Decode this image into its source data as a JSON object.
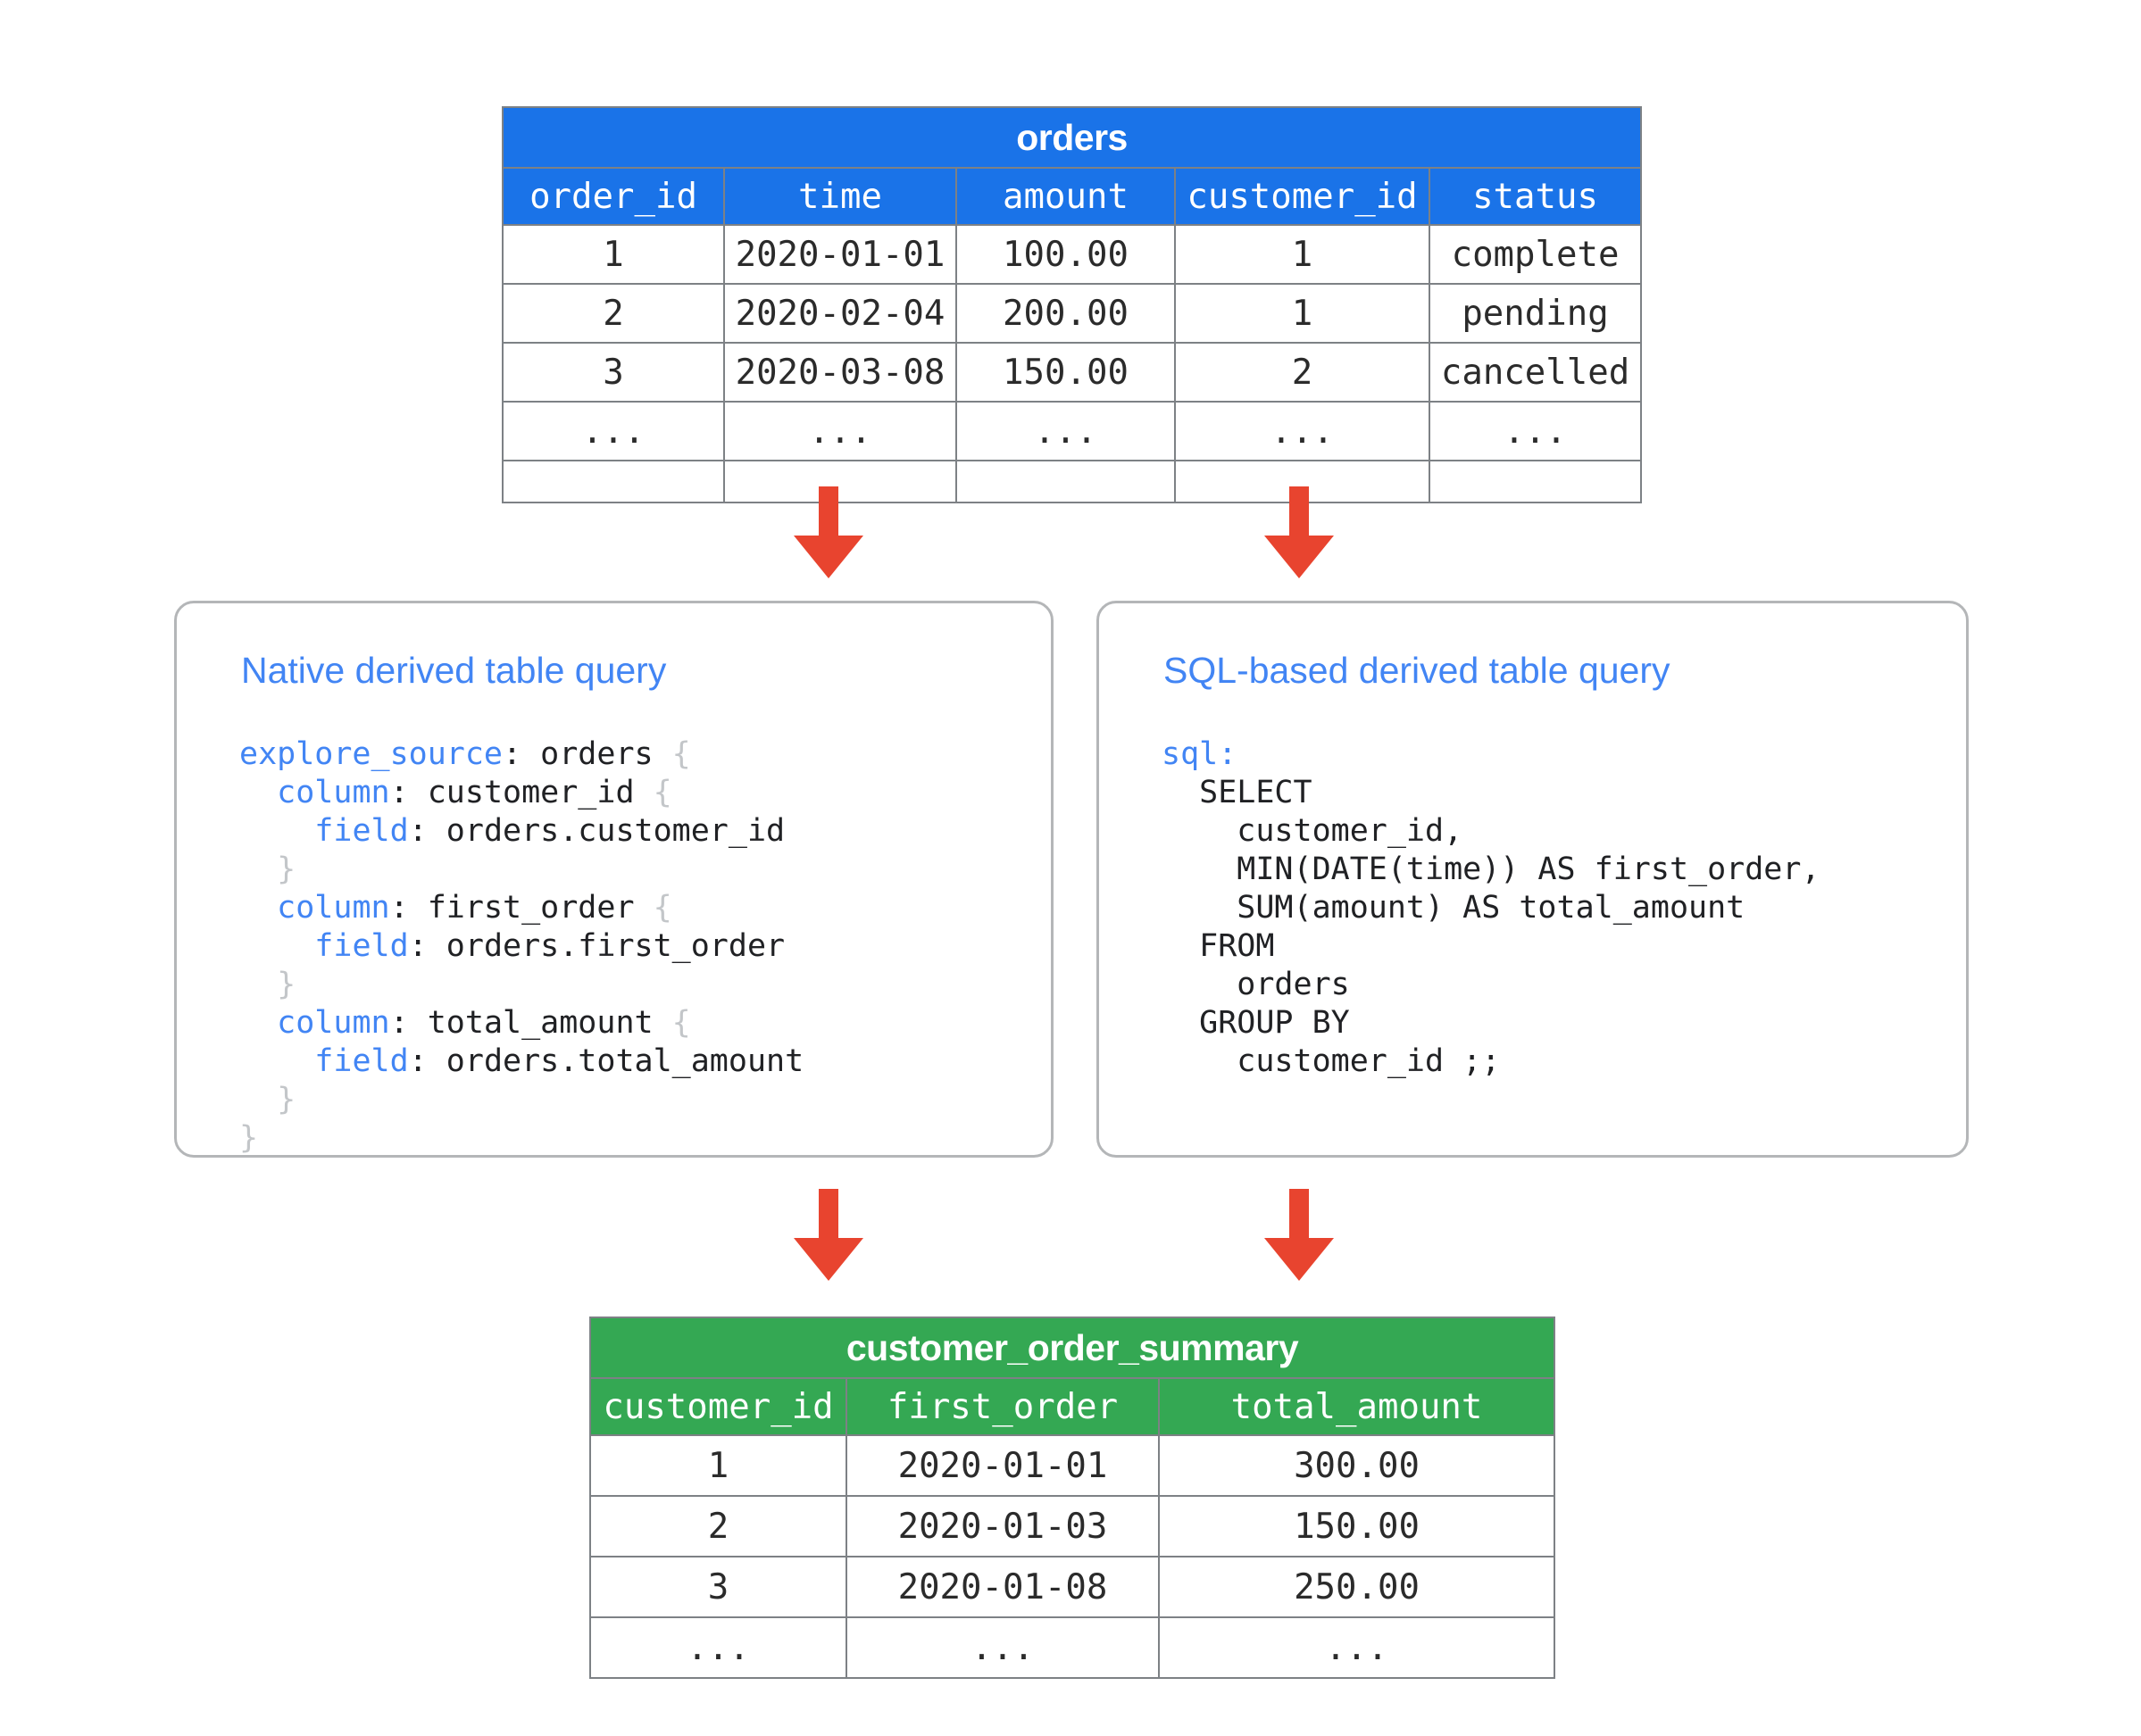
{
  "colors": {
    "source_table_header": "#1a73e8",
    "result_table_header": "#34a853",
    "arrow": "#e8442f",
    "panel_border": "#b4b6b8",
    "keyword": "#4285f4",
    "brace": "#c3c6c9"
  },
  "source_table": {
    "name": "orders",
    "columns": [
      "order_id",
      "time",
      "amount",
      "customer_id",
      "status"
    ],
    "rows": [
      [
        "1",
        "2020-01-01",
        "100.00",
        "1",
        "complete"
      ],
      [
        "2",
        "2020-02-04",
        "200.00",
        "1",
        "pending"
      ],
      [
        "3",
        "2020-03-08",
        "150.00",
        "2",
        "cancelled"
      ],
      [
        "...",
        "...",
        "...",
        "...",
        "..."
      ]
    ]
  },
  "native_panel": {
    "title": "Native derived table query",
    "code_lines": [
      [
        {
          "t": "explore_source",
          "c": "kw"
        },
        {
          "t": ": orders ",
          "c": ""
        },
        {
          "t": "{",
          "c": "brc"
        }
      ],
      [
        {
          "t": "  ",
          "c": ""
        },
        {
          "t": "column",
          "c": "kw"
        },
        {
          "t": ": customer_id ",
          "c": ""
        },
        {
          "t": "{",
          "c": "brc"
        }
      ],
      [
        {
          "t": "    ",
          "c": ""
        },
        {
          "t": "field",
          "c": "kw"
        },
        {
          "t": ": orders.customer_id",
          "c": ""
        }
      ],
      [
        {
          "t": "  ",
          "c": ""
        },
        {
          "t": "}",
          "c": "brc"
        }
      ],
      [
        {
          "t": "  ",
          "c": ""
        },
        {
          "t": "column",
          "c": "kw"
        },
        {
          "t": ": first_order ",
          "c": ""
        },
        {
          "t": "{",
          "c": "brc"
        }
      ],
      [
        {
          "t": "    ",
          "c": ""
        },
        {
          "t": "field",
          "c": "kw"
        },
        {
          "t": ": orders.first_order",
          "c": ""
        }
      ],
      [
        {
          "t": "  ",
          "c": ""
        },
        {
          "t": "}",
          "c": "brc"
        }
      ],
      [
        {
          "t": "  ",
          "c": ""
        },
        {
          "t": "column",
          "c": "kw"
        },
        {
          "t": ": total_amount ",
          "c": ""
        },
        {
          "t": "{",
          "c": "brc"
        }
      ],
      [
        {
          "t": "    ",
          "c": ""
        },
        {
          "t": "field",
          "c": "kw"
        },
        {
          "t": ": orders.total_amount",
          "c": ""
        }
      ],
      [
        {
          "t": "  ",
          "c": ""
        },
        {
          "t": "}",
          "c": "brc"
        }
      ],
      [
        {
          "t": "}",
          "c": "brc"
        }
      ]
    ]
  },
  "sql_panel": {
    "title": "SQL-based derived table query",
    "code_lines": [
      [
        {
          "t": "sql:",
          "c": "kw"
        }
      ],
      [
        {
          "t": "  SELECT",
          "c": ""
        }
      ],
      [
        {
          "t": "    customer_id,",
          "c": ""
        }
      ],
      [
        {
          "t": "    MIN(DATE(time)) AS first_order,",
          "c": ""
        }
      ],
      [
        {
          "t": "    SUM(amount) AS total_amount",
          "c": ""
        }
      ],
      [
        {
          "t": "  FROM",
          "c": ""
        }
      ],
      [
        {
          "t": "    orders",
          "c": ""
        }
      ],
      [
        {
          "t": "  GROUP BY",
          "c": ""
        }
      ],
      [
        {
          "t": "    customer_id ;;",
          "c": ""
        }
      ]
    ]
  },
  "result_table": {
    "name": "customer_order_summary",
    "columns": [
      "customer_id",
      "first_order",
      "total_amount"
    ],
    "rows": [
      [
        "1",
        "2020-01-01",
        "300.00"
      ],
      [
        "2",
        "2020-01-03",
        "150.00"
      ],
      [
        "3",
        "2020-01-08",
        "250.00"
      ],
      [
        "...",
        "...",
        "..."
      ]
    ]
  },
  "arrows": [
    {
      "name": "orders-to-native-query"
    },
    {
      "name": "orders-to-sql-query"
    },
    {
      "name": "native-query-to-summary"
    },
    {
      "name": "sql-query-to-summary"
    }
  ]
}
